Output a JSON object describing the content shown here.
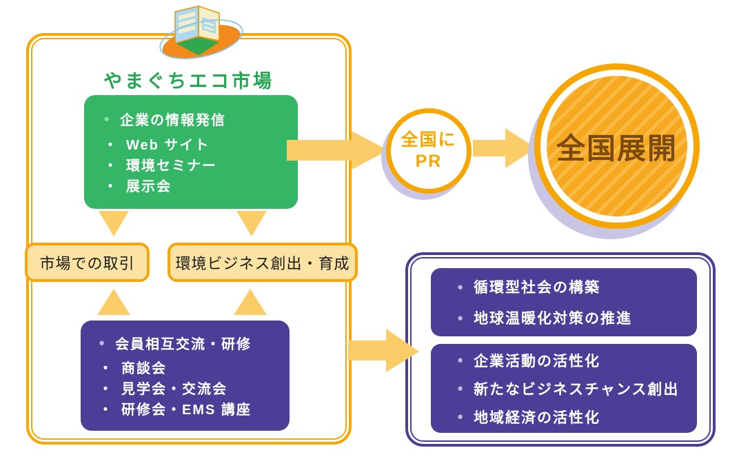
{
  "header": {
    "title": "やまぐちエコ市場",
    "logo_icon": "eco-market-cube-logo"
  },
  "bullets": {
    "dot": "●",
    "dash": "・"
  },
  "green_box": {
    "heading": "企業の情報発信",
    "items": [
      "Web サイト",
      "環境セミナー",
      "展示会"
    ]
  },
  "middle_boxes": {
    "left": "市場での取引",
    "right": "環境ビジネス創出・育成"
  },
  "purple_box": {
    "heading": "会員相互交流・研修",
    "items": [
      "商談会",
      "見学会・交流会",
      "研修会・EMS 講座"
    ]
  },
  "pr_circle": {
    "line1": "全国に",
    "line2": "PR"
  },
  "big_circle": {
    "label": "全国展開"
  },
  "right_panel": {
    "box_top": {
      "items": [
        "循環型社会の構築",
        "地球温暖化対策の推進"
      ]
    },
    "box_bottom": {
      "items": [
        "企業活動の活性化",
        "新たなビジネスチャンス創出",
        "地域経済の活性化"
      ]
    }
  },
  "colors": {
    "orange_border": "#F8A600",
    "yellow_arrow": "#FACD69",
    "green_box": "#35B566",
    "green_bullet": "#82E0A0",
    "title_green": "#23A651",
    "purple": "#4C3D96",
    "lavender_bullet": "#BDB7DF",
    "lavender_shadow": "#C9C5E4",
    "cream_box": "#FCE3A4",
    "circle_text_brown": "#7B4A10"
  }
}
